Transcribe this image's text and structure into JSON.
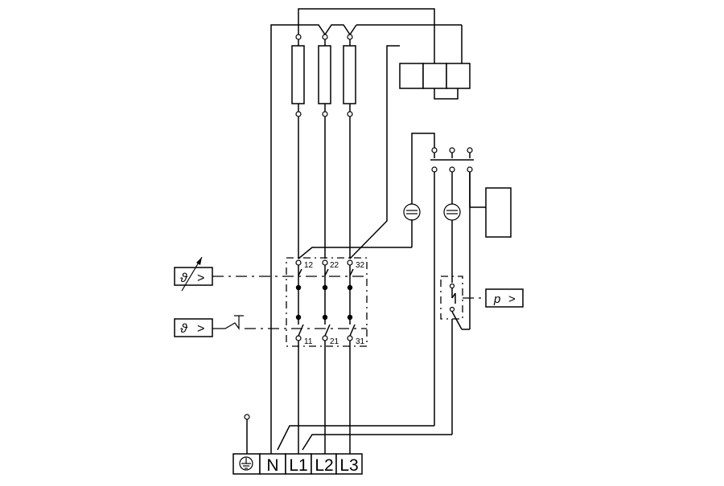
{
  "terminals": [
    "N",
    "L1",
    "L2",
    "L3"
  ],
  "terminal_symbols": {
    "earth": "earth-ground-icon"
  },
  "contacts": {
    "top_numbers": [
      "12",
      "22",
      "32"
    ],
    "bottom_numbers": [
      "11",
      "21",
      "31"
    ]
  },
  "sensors": {
    "adjustable_thermostat": {
      "symbol": "ϑ",
      "comparator": ">"
    },
    "thermal_cutout": {
      "symbol": "ϑ",
      "comparator": ">"
    },
    "pressure_switch": {
      "symbol": "p",
      "comparator": ">"
    }
  },
  "colors": {
    "line": "#000000",
    "background": "#ffffff"
  }
}
